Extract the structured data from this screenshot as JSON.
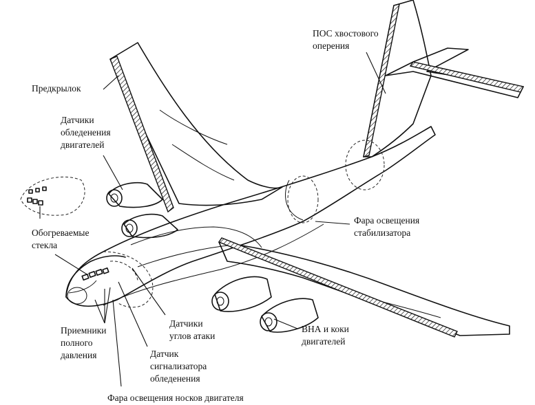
{
  "labels": {
    "slat": "Предкрылок",
    "engine_icing_sensors": "Датчики\nобледенения\nдвигателей",
    "heated_glass": "Обогреваемые\nстекла",
    "pitot": "Приемники\nполного\nдавления",
    "aoa_sensors": "Датчики\nуглов атаки",
    "icing_signal_sensor": "Датчик\nсигнализатора\nобледенения",
    "engine_nose_light": "Фара освещения носков двигателя",
    "tail_anti_icing": "ПОС хвостового\nоперения",
    "stabilizer_light": "Фара освещения\nстабилизатора",
    "igv_and_spinners": "ВНА и коки\nдвигателей"
  }
}
